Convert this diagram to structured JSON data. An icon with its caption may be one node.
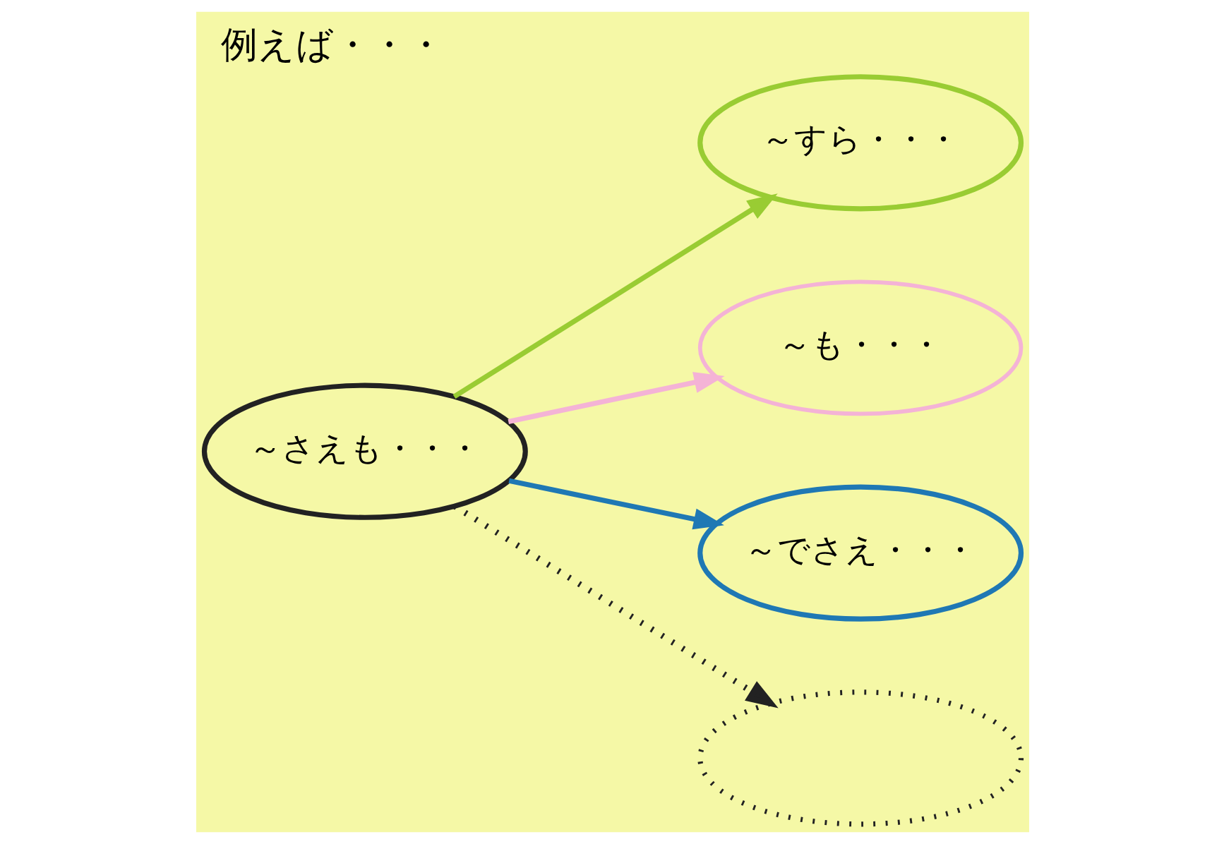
{
  "diagram": {
    "title": "例えば・・・",
    "nodes": [
      {
        "text": [
          "～さえも・・・"
        ]
      },
      {
        "text": [
          "～すら・・・"
        ]
      },
      {
        "text": [
          "～も・・・"
        ]
      },
      {
        "text": [
          "～でさえ・・・"
        ]
      },
      {
        "text": [],
        "shape": "ellipse"
      }
    ],
    "edges": [
      {
        "from": 0,
        "to": 1,
        "arrow": "to",
        "color": "#99cc33"
      },
      {
        "from": 0,
        "to": 2,
        "arrow": "to",
        "color": "#f4b3d6"
      },
      {
        "from": 0,
        "to": 3,
        "arrow": "to",
        "color": "#1f78b4"
      },
      {
        "from": 0,
        "to": 4,
        "arrow": "to",
        "style": "dashed",
        "color": "#222222"
      }
    ]
  }
}
